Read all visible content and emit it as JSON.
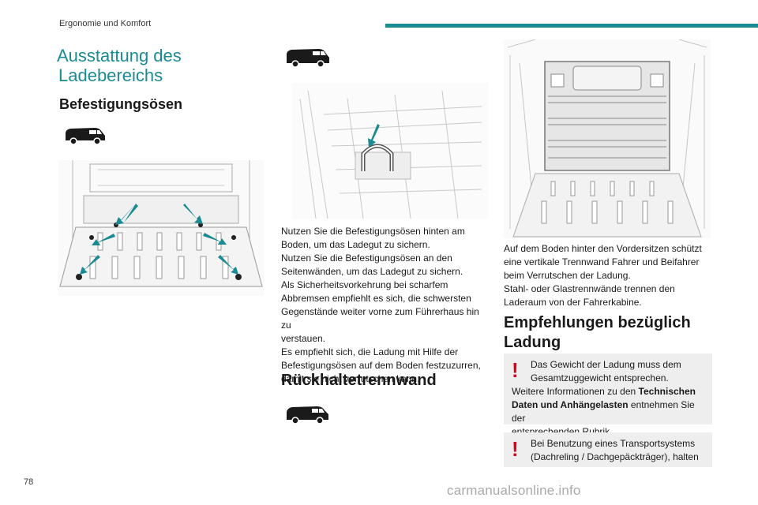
{
  "header": {
    "section": "Ergonomie und Komfort"
  },
  "colors": {
    "accent": "#1b8a92",
    "warning": "#e0001a",
    "note_bg": "#eeeeee"
  },
  "col1": {
    "title_line1": "Ausstattung des",
    "title_line2": "Ladebereichs",
    "heading": "Befestigungsösen",
    "icon": "van-icon",
    "figure": "cargo-floor-anchors-illustration"
  },
  "col2": {
    "icon": "van-icon",
    "figure": "anchor-ring-detail-illustration",
    "paragraph": [
      "Nutzen Sie die Befestigungsösen hinten am",
      "Boden, um das Ladegut zu sichern.",
      "Nutzen Sie die Befestigungsösen an den",
      "Seitenwänden, um das Ladegut zu sichern.",
      "Als Sicherheitsvorkehrung bei scharfem",
      "Abbremsen empfiehlt es sich, die schwersten",
      "Gegenstände weiter vorne zum Führerhaus hin zu",
      "verstauen.",
      "Es empfiehlt sich, die Ladung mit Hilfe der",
      "Befestigungsösen auf dem Boden festzuzurren,",
      "damit sie nicht verrutschen kann."
    ],
    "heading": "Rückhaltetrennwand",
    "icon2": "van-icon"
  },
  "col3": {
    "figure": "partition-wall-illustration",
    "paragraph": [
      "Auf dem Boden hinter den Vordersitzen schützt",
      "eine vertikale Trennwand Fahrer und Beifahrer",
      "beim Verrutschen der Ladung.",
      "Stahl- oder Glastrennwände trennen den",
      "Laderaum von der Fahrerkabine."
    ],
    "heading_line1": "Empfehlungen bezüglich",
    "heading_line2": "Ladung",
    "note1": {
      "mark": "!",
      "line1": "Das Gewicht der Ladung muss dem",
      "line2": "Gesamtzuggewicht entsprechen.",
      "line3_pre": "Weitere Informationen zu den ",
      "line3_bold": "Technischen",
      "line4_bold": "Daten und Anhängelasten",
      "line4_post": " entnehmen Sie der",
      "line5": "entsprechenden Rubrik."
    },
    "note2": {
      "mark": "!",
      "line1": "Bei Benutzung eines Transportsystems",
      "line2": "(Dachreling / Dachgepäckträger), halten"
    }
  },
  "footer": {
    "page_number": "78",
    "watermark": "carmanualsonline.info"
  }
}
